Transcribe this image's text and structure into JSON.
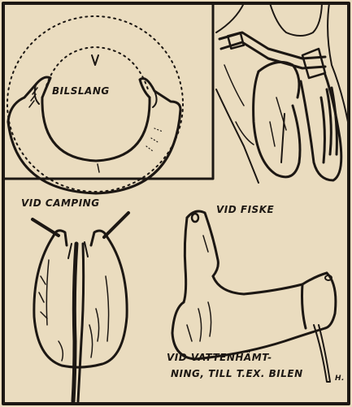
{
  "labels": {
    "bilslang": "BILSLANG",
    "camping": "VID CAMPING",
    "fiske": "VID FISKE",
    "vatten_line1": "VID VATTENHÄMT-",
    "vatten_line2": "NING, TILL T.EX. BILEN",
    "signature": "H."
  },
  "colors": {
    "paper": "#eadcbf",
    "ink": "#1c1713"
  }
}
